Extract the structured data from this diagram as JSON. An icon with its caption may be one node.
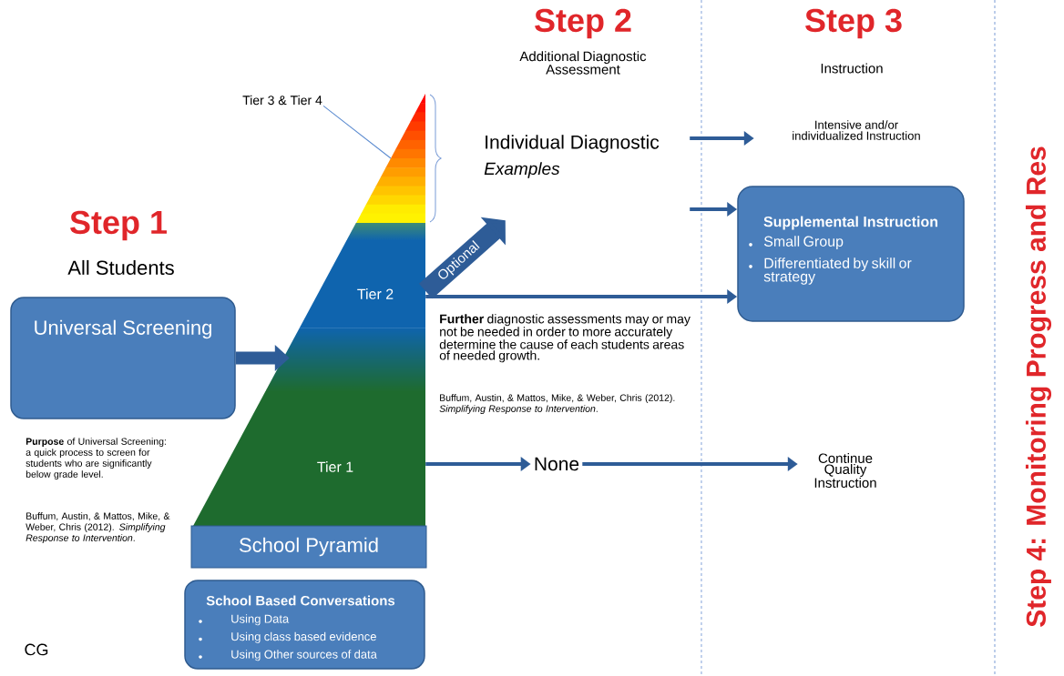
{
  "diagram": {
    "nodes": [
      {
        "text": [
          "Universal Screening"
        ]
      },
      {
        "text": [
          "Tier 2",
          "Tier 1"
        ]
      },
      {
        "text": [
          "Tier 3 & Tier 4"
        ]
      },
      {
        "text": [],
        "shape": "triangle"
      },
      {
        "text": [
          "School Pyramid"
        ]
      },
      {
        "text": [
          "School Based Conversations",
          "Using Data",
          "Using class based evidence",
          "Using Other sources of data"
        ]
      },
      {
        "text": [
          "Individual Diagnostic",
          "Examples"
        ]
      },
      {
        "text": [
          "Intensive and/or individualized Instruction"
        ]
      },
      {
        "text": [
          "Supplemental Instruction",
          "Small Group",
          "Differentiated by skill or strategy"
        ]
      },
      {
        "text": [
          "None"
        ]
      },
      {
        "text": [
          "Continue Quality Instruction"
        ]
      }
    ],
    "edges": [
      {
        "from": 0,
        "to": 1,
        "arrow": "to",
        "style": "thick"
      },
      {
        "from": 2,
        "to": 3,
        "arrow": "none",
        "color": "#5b8bd0"
      },
      {
        "from": 1,
        "to": 6,
        "arrow": "to",
        "style": "thick",
        "label": "Optional"
      },
      {
        "from": 1,
        "to": 8,
        "arrow": "to"
      },
      {
        "from": 6,
        "to": 7,
        "arrow": "to"
      },
      {
        "from": 6,
        "to": 8,
        "arrow": "to"
      },
      {
        "from": 1,
        "to": 9,
        "arrow": "to"
      },
      {
        "from": 9,
        "to": 10,
        "arrow": "to"
      }
    ],
    "labels": [
      "Step 1",
      "All Students",
      "**Purpose** of Universal Screening: a quick process to screen for students who are significantly below grade level.",
      "Buffum, Austin, & Mattos, Mike, & Weber, Chris (2012). *Simplifying Response to Intervention*.",
      "CG",
      "Step 2",
      "Additional Diagnostic Assessment",
      "**Further** diagnostic assessments may or may not be needed in order to more accurately determine the cause of each students areas of needed growth.",
      "Buffum, Austin, & Mattos, Mike, & Weber, Chris (2012). *Simplifying Response to Intervention*.",
      "Step 3",
      "Instruction",
      "Step 4: Monitoring Progress and Res"
    ]
  }
}
